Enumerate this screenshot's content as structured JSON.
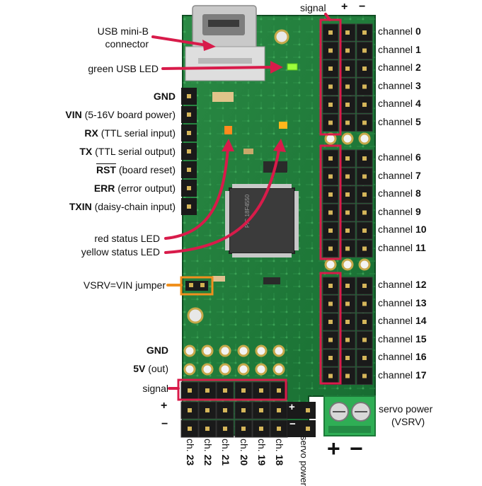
{
  "top": {
    "signal": "signal",
    "plus": "+",
    "minus": "−"
  },
  "left_labels": {
    "usb_connector_l1": "USB mini-B",
    "usb_connector_l2": "connector",
    "usb_led": "green USB LED",
    "gnd": "GND",
    "vin_bold": "VIN",
    "vin_rest": " (5-16V board power)",
    "rx_bold": "RX",
    "rx_rest": " (TTL serial input)",
    "tx_bold": "TX",
    "tx_rest": " (TTL serial output)",
    "rst_bold": "RST",
    "rst_rest": " (board reset)",
    "err_bold": "ERR",
    "err_rest": " (error output)",
    "txin_bold": "TXIN",
    "txin_rest": " (daisy-chain input)",
    "red_led": "red status LED",
    "yellow_led": "yellow status LED",
    "vsrv_jumper": "VSRV=VIN jumper",
    "gnd2": "GND",
    "fivev_bold": "5V",
    "fivev_rest": " (out)",
    "signal2": "signal",
    "plus2": "+",
    "minus2": "−"
  },
  "channels": [
    {
      "word": "channel",
      "num": "0"
    },
    {
      "word": "channel",
      "num": "1"
    },
    {
      "word": "channel",
      "num": "2"
    },
    {
      "word": "channel",
      "num": "3"
    },
    {
      "word": "channel",
      "num": "4"
    },
    {
      "word": "channel",
      "num": "5"
    },
    {
      "word": "channel",
      "num": "6"
    },
    {
      "word": "channel",
      "num": "7"
    },
    {
      "word": "channel",
      "num": "8"
    },
    {
      "word": "channel",
      "num": "9"
    },
    {
      "word": "channel",
      "num": "10"
    },
    {
      "word": "channel",
      "num": "11"
    },
    {
      "word": "channel",
      "num": "12"
    },
    {
      "word": "channel",
      "num": "13"
    },
    {
      "word": "channel",
      "num": "14"
    },
    {
      "word": "channel",
      "num": "15"
    },
    {
      "word": "channel",
      "num": "16"
    },
    {
      "word": "channel",
      "num": "17"
    }
  ],
  "bottom_channels": [
    {
      "prefix": "ch.",
      "num": "23"
    },
    {
      "prefix": "ch.",
      "num": "22"
    },
    {
      "prefix": "ch.",
      "num": "21"
    },
    {
      "prefix": "ch.",
      "num": "20"
    },
    {
      "prefix": "ch.",
      "num": "19"
    },
    {
      "prefix": "ch.",
      "num": "18"
    }
  ],
  "servo_power_vertical": "servo power",
  "servo_power_label_l1": "servo power",
  "servo_power_label_l2": "(VSRV)",
  "terminal_plus": "+",
  "terminal_minus": "−",
  "header_plus": "+",
  "header_minus": "−",
  "chip_text": "PIC 18F4550",
  "colors": {
    "board": "#1f7a3a",
    "board_dark": "#145c2a",
    "callout": "#d81b4a",
    "jumper_box": "#f0901e",
    "terminal": "#2eaa52",
    "pin": "#1a1a1a"
  }
}
